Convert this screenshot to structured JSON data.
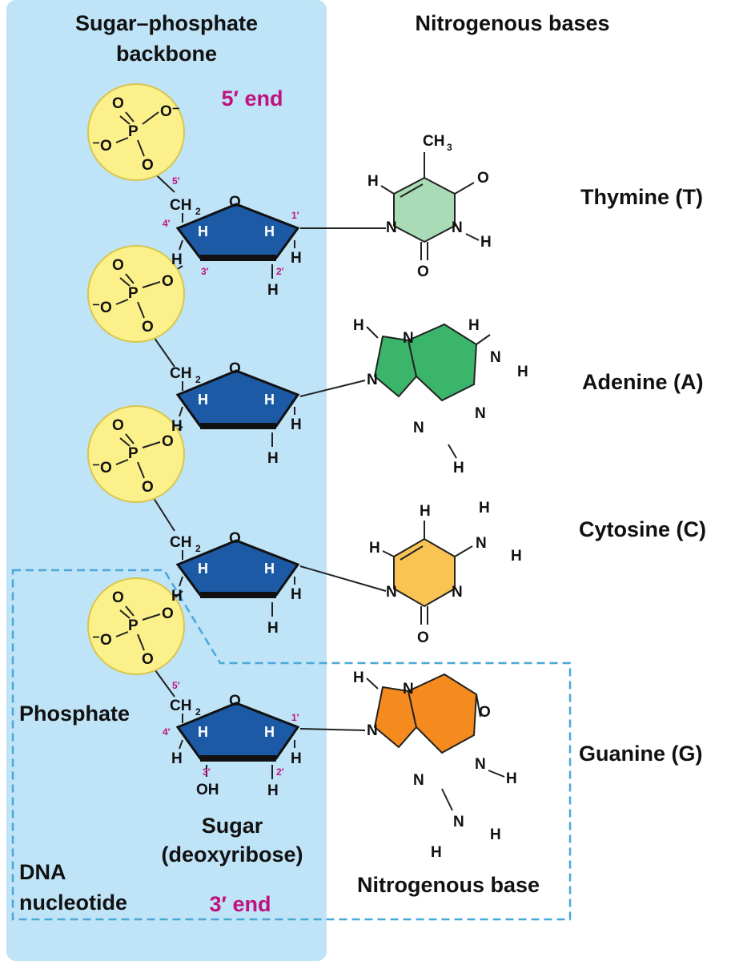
{
  "headers": {
    "backbone_line1": "Sugar–phosphate",
    "backbone_line2": "backbone",
    "bases": "Nitrogenous bases"
  },
  "ends": {
    "five_prime": "5′ end",
    "three_prime": "3′ end"
  },
  "base_names": {
    "thymine": "Thymine (T)",
    "adenine": "Adenine (A)",
    "cytosine": "Cytosine (C)",
    "guanine": "Guanine (G)"
  },
  "parts": {
    "phosphate": "Phosphate",
    "sugar_line1": "Sugar",
    "sugar_line2": "(deoxyribose)",
    "nucleotide_line1": "DNA",
    "nucleotide_line2": "nucleotide",
    "nitrogenous_base": "Nitrogenous base"
  },
  "atoms": {
    "P": "P",
    "O": "O",
    "O_minus": "O⁻",
    "minus_O": "⁻O",
    "H": "H",
    "N": "N",
    "CH": "CH",
    "CH3": "CH",
    "sub2": "2",
    "sub3": "3",
    "OH": "OH"
  },
  "carbon_numbers": {
    "c1": "1′",
    "c2": "2′",
    "c3": "3′",
    "c4": "4′",
    "c5": "5′"
  },
  "colors": {
    "backbone_band": "#bfe3f7",
    "phosphate": "#fbf08a",
    "sugar": "#1d5aa5",
    "thymine": "#a8dbb6",
    "adenine": "#3ab56a",
    "cytosine": "#f9c454",
    "guanine": "#f58a1f",
    "nucleotide_box": "#4aa8d8",
    "accent": "#c0127f"
  }
}
